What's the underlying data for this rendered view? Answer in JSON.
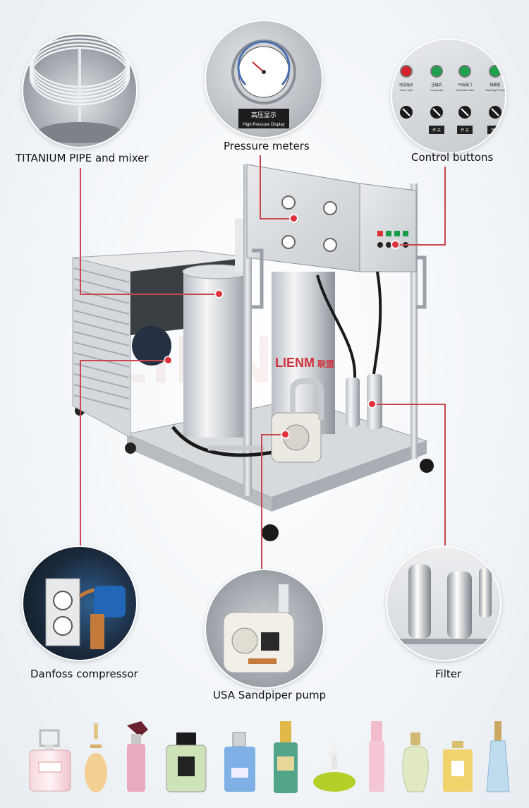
{
  "labels": {
    "titanium": "TITANIUM PIPE and mixer",
    "pressure": "Pressure meters",
    "control": "Control buttons",
    "compressor": "Danfoss compressor",
    "pump": "USA Sandpiper pump",
    "filter": "Filter"
  },
  "machine": {
    "brand_latin": "LIENM",
    "brand_cn": "联盟",
    "watermark": "LIENM"
  },
  "pressure_panel": {
    "label_cn": "高压显示",
    "label_en": "High Pressure Display"
  },
  "control_panel": {
    "labels": [
      "电源指示",
      "压缩机",
      "气动阀门",
      "隔膜泵"
    ],
    "sublabels": [
      "Power Light",
      "Compressor",
      "Pneumatic Valve",
      "Diaphragm Pump"
    ],
    "switch_labels": [
      "开 关",
      "开 关",
      "开 关"
    ]
  },
  "colors": {
    "accent": "#c8474f",
    "steel": "#c9cdd2"
  },
  "bottles": [
    "perfume-bottle-1",
    "perfume-bottle-2",
    "perfume-bottle-3",
    "perfume-bottle-4",
    "perfume-bottle-5",
    "perfume-bottle-6",
    "perfume-bottle-7",
    "perfume-bottle-8",
    "perfume-bottle-9",
    "perfume-bottle-10",
    "perfume-bottle-11"
  ]
}
